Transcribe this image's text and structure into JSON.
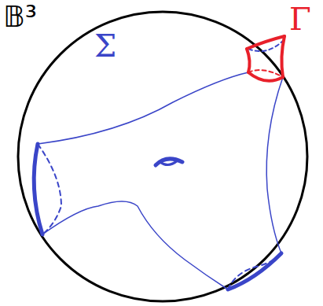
{
  "diagram": {
    "labels": [
      "𝔹³",
      "Σ",
      "Γ"
    ]
  }
}
